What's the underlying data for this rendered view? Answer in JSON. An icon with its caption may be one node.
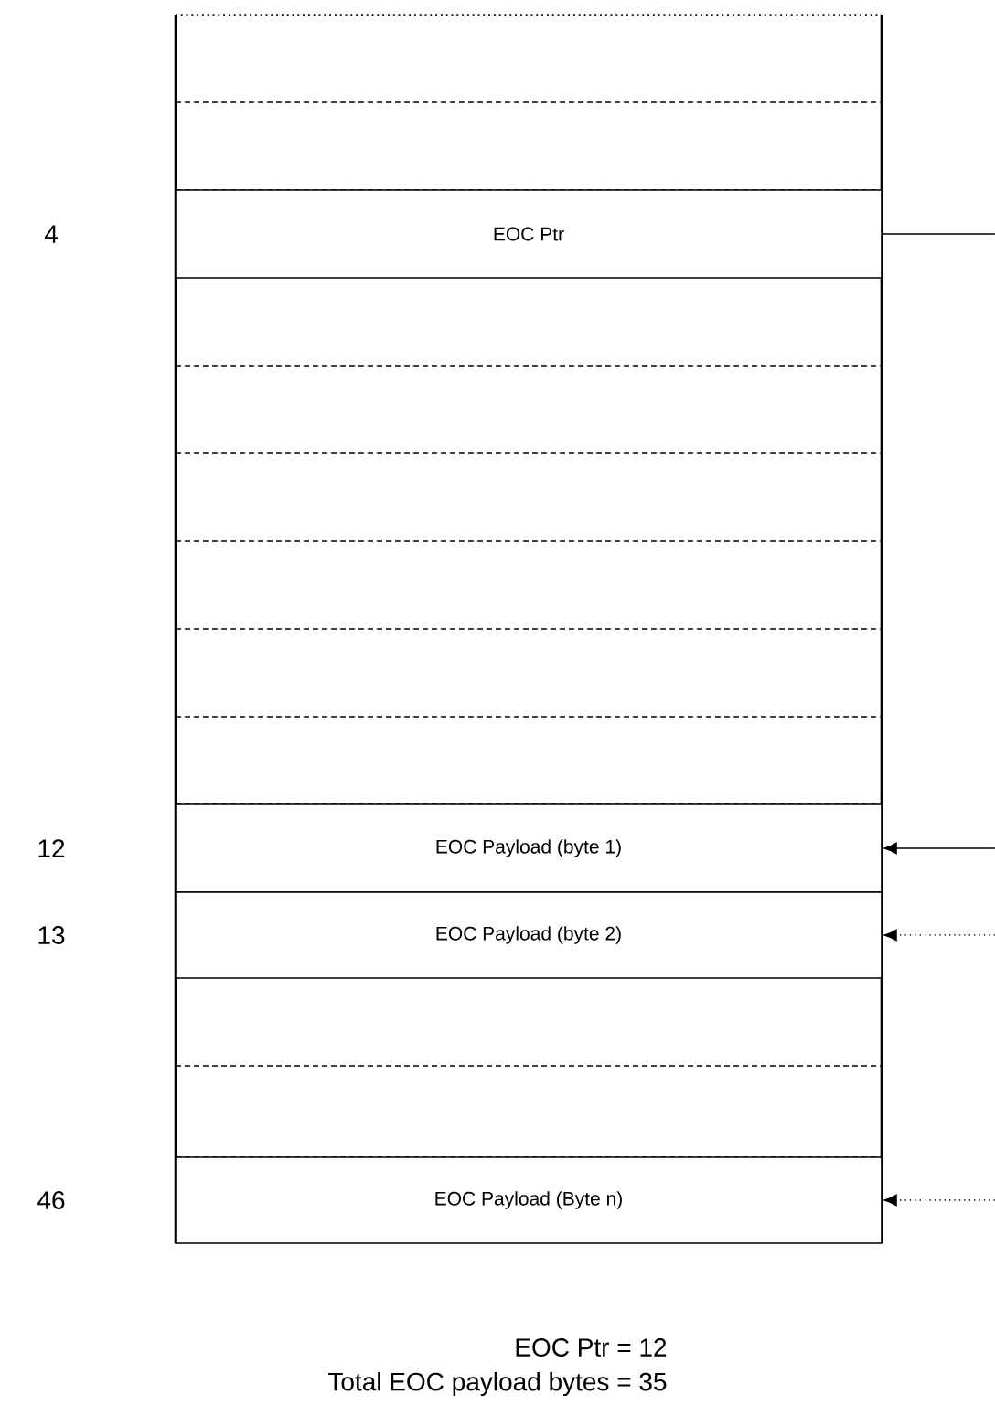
{
  "diagram": {
    "nodes": [
      {
        "text": [
          "EOC Ptr"
        ]
      },
      {
        "text": [
          "EOC Payload (byte 1)"
        ]
      },
      {
        "text": [
          "EOC Payload (byte 2)"
        ]
      },
      {
        "text": [
          "EOC Payload (Byte n)"
        ]
      }
    ],
    "edges": [
      {
        "from": 0,
        "to": null,
        "arrow": "none"
      },
      {
        "from": null,
        "to": 1,
        "arrow": "to"
      },
      {
        "from": null,
        "to": 2,
        "arrow": "to",
        "style": "dashed"
      },
      {
        "from": null,
        "to": 3,
        "arrow": "to",
        "style": "dashed"
      }
    ],
    "labels": [
      "4",
      "12",
      "13",
      "46",
      "EOC Ptr = 12",
      "Total EOC payload bytes = 35"
    ]
  }
}
